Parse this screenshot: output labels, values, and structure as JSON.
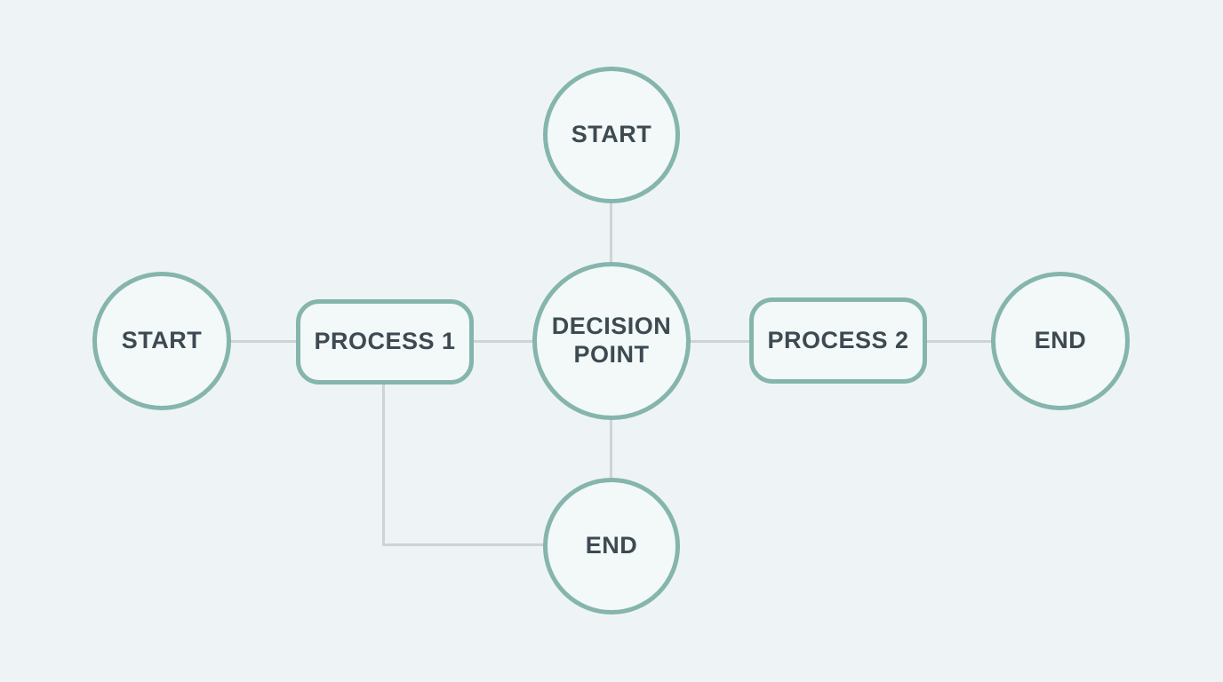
{
  "diagram": {
    "type": "flowchart",
    "nodes": [
      {
        "id": "start-top",
        "shape": "circle",
        "label": "START"
      },
      {
        "id": "start-left",
        "shape": "circle",
        "label": "START"
      },
      {
        "id": "process-1",
        "shape": "rounded-rect",
        "label": "PROCESS 1"
      },
      {
        "id": "decision",
        "shape": "circle",
        "label": "DECISION POINT"
      },
      {
        "id": "process-2",
        "shape": "rounded-rect",
        "label": "PROCESS 2"
      },
      {
        "id": "end-right",
        "shape": "circle",
        "label": "END"
      },
      {
        "id": "end-bottom",
        "shape": "circle",
        "label": "END"
      }
    ],
    "edges": [
      {
        "from": "start-top",
        "to": "decision",
        "route": "straight-vertical"
      },
      {
        "from": "start-left",
        "to": "process-1",
        "route": "straight-horizontal"
      },
      {
        "from": "process-1",
        "to": "decision",
        "route": "straight-horizontal"
      },
      {
        "from": "decision",
        "to": "process-2",
        "route": "straight-horizontal"
      },
      {
        "from": "process-2",
        "to": "end-right",
        "route": "straight-horizontal"
      },
      {
        "from": "decision",
        "to": "end-bottom",
        "route": "straight-vertical"
      },
      {
        "from": "process-1",
        "to": "end-bottom",
        "route": "elbow-down-right"
      }
    ],
    "colors": {
      "background": "#eef4f5",
      "node_fill": "#f3f8f8",
      "node_border": "#85b5ad",
      "connector": "#cdd3d6",
      "text": "#3d4a52"
    }
  }
}
